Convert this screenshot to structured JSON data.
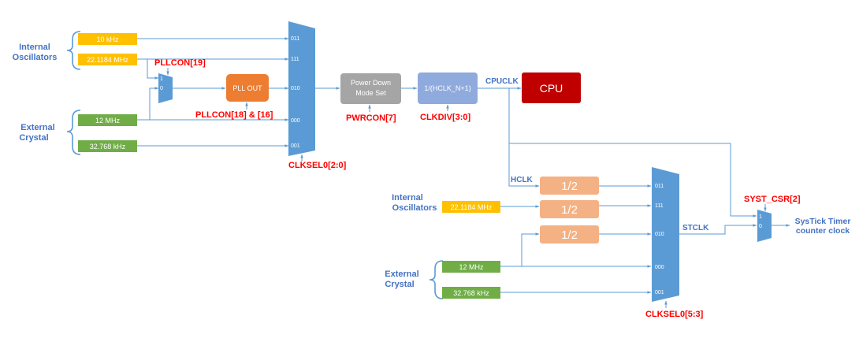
{
  "colors": {
    "yellow": "#ffc000",
    "green": "#70ad47",
    "mux": "#5b9bd5",
    "wire": "#5b9bd5",
    "orange": "#ed7d31",
    "gray": "#a5a5a5",
    "lightblue": "#8faadc",
    "red": "#c00000",
    "peach": "#f4b183",
    "label_blue": "#4472c4",
    "control_red": "#ff0000"
  },
  "top": {
    "internal_group": [
      "Internal",
      "Oscillators"
    ],
    "external_group": [
      "External",
      "Crystal"
    ],
    "sources": {
      "osc_10k": "10 kHz",
      "osc_22m": "22.1184 MHz",
      "xtal_12m": "12 MHz",
      "xtal_32k": "32.768 kHz"
    },
    "pll_mux_inputs": [
      "1",
      "0"
    ],
    "pll_out": "PLL OUT",
    "pllcon19": "PLLCON[19]",
    "pllcon18_16": "PLLCON[18] & [16]",
    "main_mux_inputs": [
      "011",
      "111",
      "010",
      "000",
      "001"
    ],
    "clksel0_20": "CLKSEL0[2:0]",
    "power_down": [
      "Power Down",
      "Mode Set"
    ],
    "pwrcon": "PWRCON[7]",
    "divider": "1/(HCLK_N+1)",
    "clkdiv": "CLKDIV[3:0]",
    "cpuclk": "CPUCLK",
    "cpu": "CPU"
  },
  "bottom": {
    "hclk": "HCLK",
    "internal_group": [
      "Internal",
      "Oscillators"
    ],
    "external_group": [
      "External",
      "Crystal"
    ],
    "sources": {
      "osc_22m": "22.1184 MHz",
      "xtal_12m": "12 MHz",
      "xtal_32k": "32.768 kHz"
    },
    "dividers": [
      "1/2",
      "1/2",
      "1/2"
    ],
    "mux_inputs": [
      "011",
      "111",
      "010",
      "000",
      "001"
    ],
    "clksel0_53": "CLKSEL0[5:3]",
    "stclk": "STCLK",
    "syst_csr": "SYST_CSR[2]",
    "syst_mux_inputs": [
      "1",
      "0"
    ],
    "output": [
      "SysTick Timer",
      "counter clock"
    ]
  }
}
